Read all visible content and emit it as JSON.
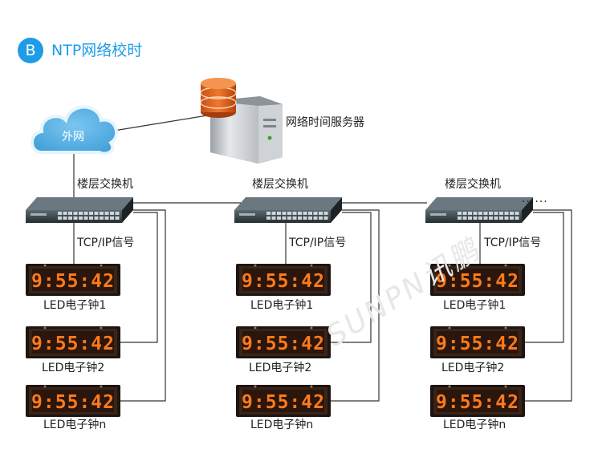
{
  "header": {
    "badge": "B",
    "title": "NTP网络校时"
  },
  "cloud": {
    "label": "外网"
  },
  "server": {
    "label": "网络时间服务器"
  },
  "watermark": {
    "text": "SUNPN讯鹏"
  },
  "more": "......",
  "columns": [
    {
      "switch_label": "楼层交换机",
      "signal_label": "TCP/IP信号",
      "clocks": [
        {
          "time": "9:55:42",
          "label": "LED电子钟1"
        },
        {
          "time": "9:55:42",
          "label": "LED电子钟2"
        },
        {
          "time": "9:55:42",
          "label": "LED电子钟n"
        }
      ]
    },
    {
      "switch_label": "楼层交换机",
      "signal_label": "TCP/IP信号",
      "clocks": [
        {
          "time": "9:55:42",
          "label": "LED电子钟1"
        },
        {
          "time": "9:55:42",
          "label": "LED电子钟2"
        },
        {
          "time": "9:55:42",
          "label": "LED电子钟n"
        }
      ]
    },
    {
      "switch_label": "楼层交换机",
      "signal_label": "TCP/IP信号",
      "clocks": [
        {
          "time": "9:55:42",
          "label": "LED电子钟1"
        },
        {
          "time": "9:55:42",
          "label": "LED电子钟2"
        },
        {
          "time": "9:55:42",
          "label": "LED电子钟n"
        }
      ]
    }
  ],
  "colors": {
    "accent": "#1e9ce6",
    "cloud": "#5ab4e8",
    "line": "#333333",
    "led_digits": "#ff7a1a",
    "clock_frame": "#3a2418",
    "switch_body": "#2f3a40"
  }
}
